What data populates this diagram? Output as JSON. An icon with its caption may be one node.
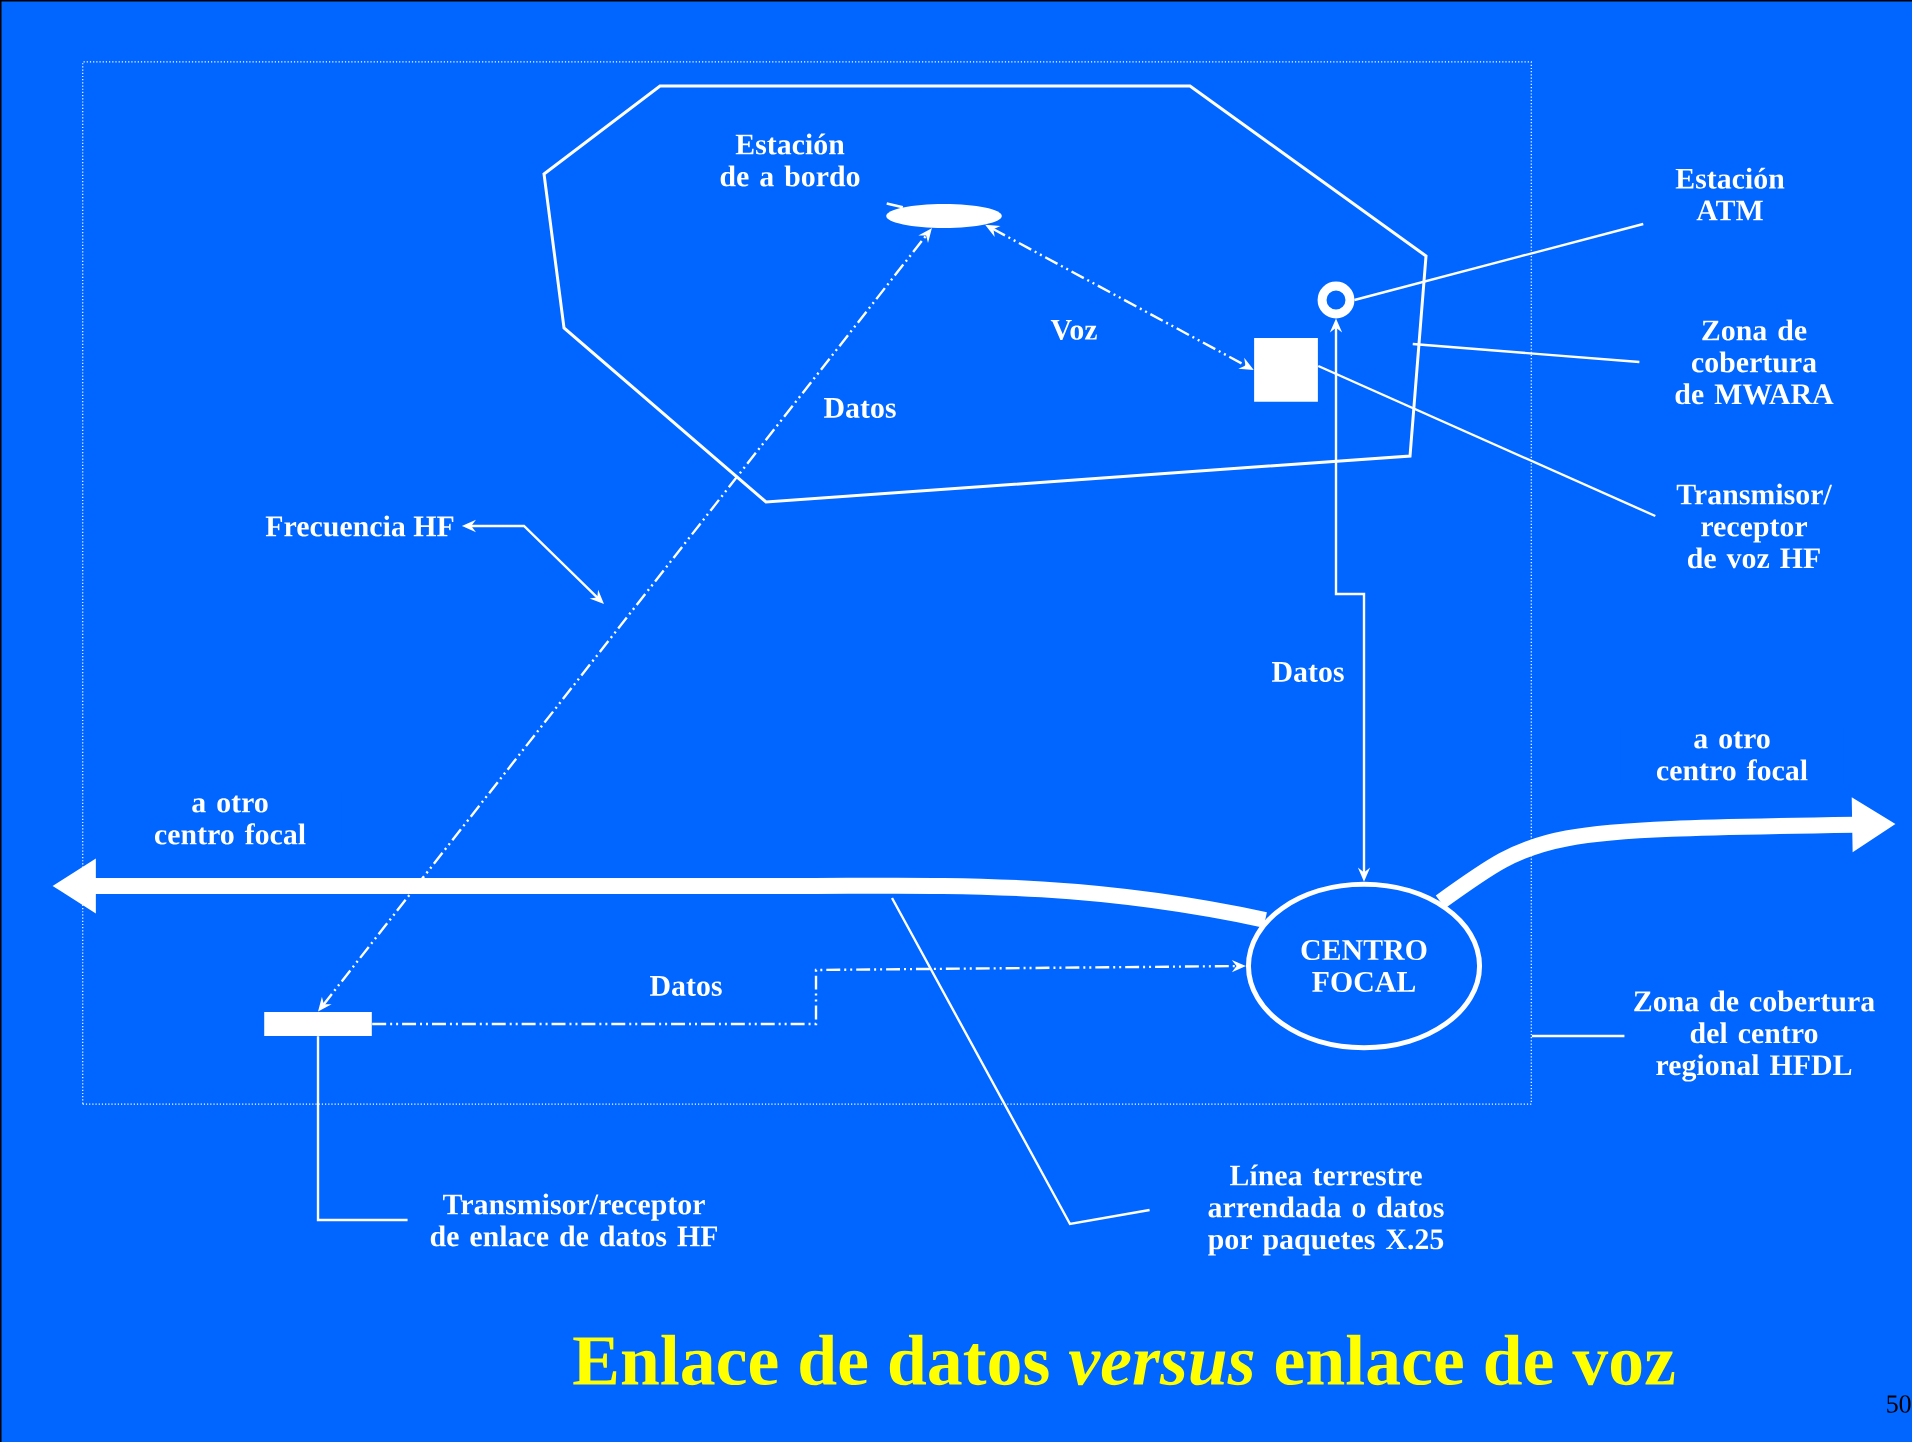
{
  "diagram": {
    "title": "Enlace de datos *versus* enlace de voz",
    "nodes": [
      {
        "text": [],
        "shape": "box"
      },
      {
        "text": [],
        "shape": "polygon",
        "in": 0
      },
      {
        "text": [],
        "shape": "ellipse",
        "in": 1
      },
      {
        "text": [
          "Estación de a bordo"
        ],
        "in": 1
      },
      {
        "text": [],
        "shape": "circle",
        "in": 1
      },
      {
        "text": [],
        "shape": "box",
        "in": 1
      },
      {
        "text": [
          "CENTRO FOCAL"
        ],
        "in": 0
      },
      {
        "text": [],
        "shape": "bar",
        "in": 0
      },
      {
        "text": [
          "Estación ATM"
        ]
      },
      {
        "text": [
          "Zona de cobertura de MWARA"
        ]
      },
      {
        "text": [
          "Transmisor/ receptor de voz HF"
        ]
      },
      {
        "text": [
          "Frecuencia HF"
        ],
        "in": 0
      },
      {
        "text": [
          "Zona de cobertura del centro regional HFDL"
        ]
      },
      {
        "text": [
          "Transmisor/receptor de enlace de datos HF"
        ]
      },
      {
        "text": [
          "Línea terrestre arrendada o datos por paquetes X.25"
        ]
      }
    ],
    "edges": [
      {
        "from": 7,
        "to": 2,
        "arrow": "both",
        "style": "dashed",
        "label": "Datos"
      },
      {
        "from": 2,
        "to": 5,
        "arrow": "both",
        "style": "dashed",
        "label": "Voz"
      },
      {
        "from": 4,
        "to": 6,
        "arrow": "both",
        "label": "Datos"
      },
      {
        "from": 7,
        "to": 6,
        "arrow": "to",
        "style": "dashed",
        "label": "Datos"
      },
      {
        "from": 6,
        "to": null,
        "arrow": "to",
        "style": "thick",
        "label": "a otro centro focal"
      },
      {
        "from": 6,
        "to": null,
        "arrow": "to",
        "style": "thick",
        "label": "a otro centro focal"
      },
      {
        "from": 3,
        "to": 2,
        "arrow": "none"
      },
      {
        "from": 8,
        "to": 4,
        "arrow": "none"
      },
      {
        "from": 9,
        "to": 1,
        "arrow": "none"
      },
      {
        "from": 10,
        "to": 5,
        "arrow": "none"
      },
      {
        "from": 11,
        "to": null,
        "arrow": "both"
      },
      {
        "from": 12,
        "to": 0,
        "arrow": "none"
      },
      {
        "from": 13,
        "to": 7,
        "arrow": "none"
      },
      {
        "from": 14,
        "to": null,
        "arrow": "none"
      }
    ],
    "labels": [
      "50"
    ]
  }
}
